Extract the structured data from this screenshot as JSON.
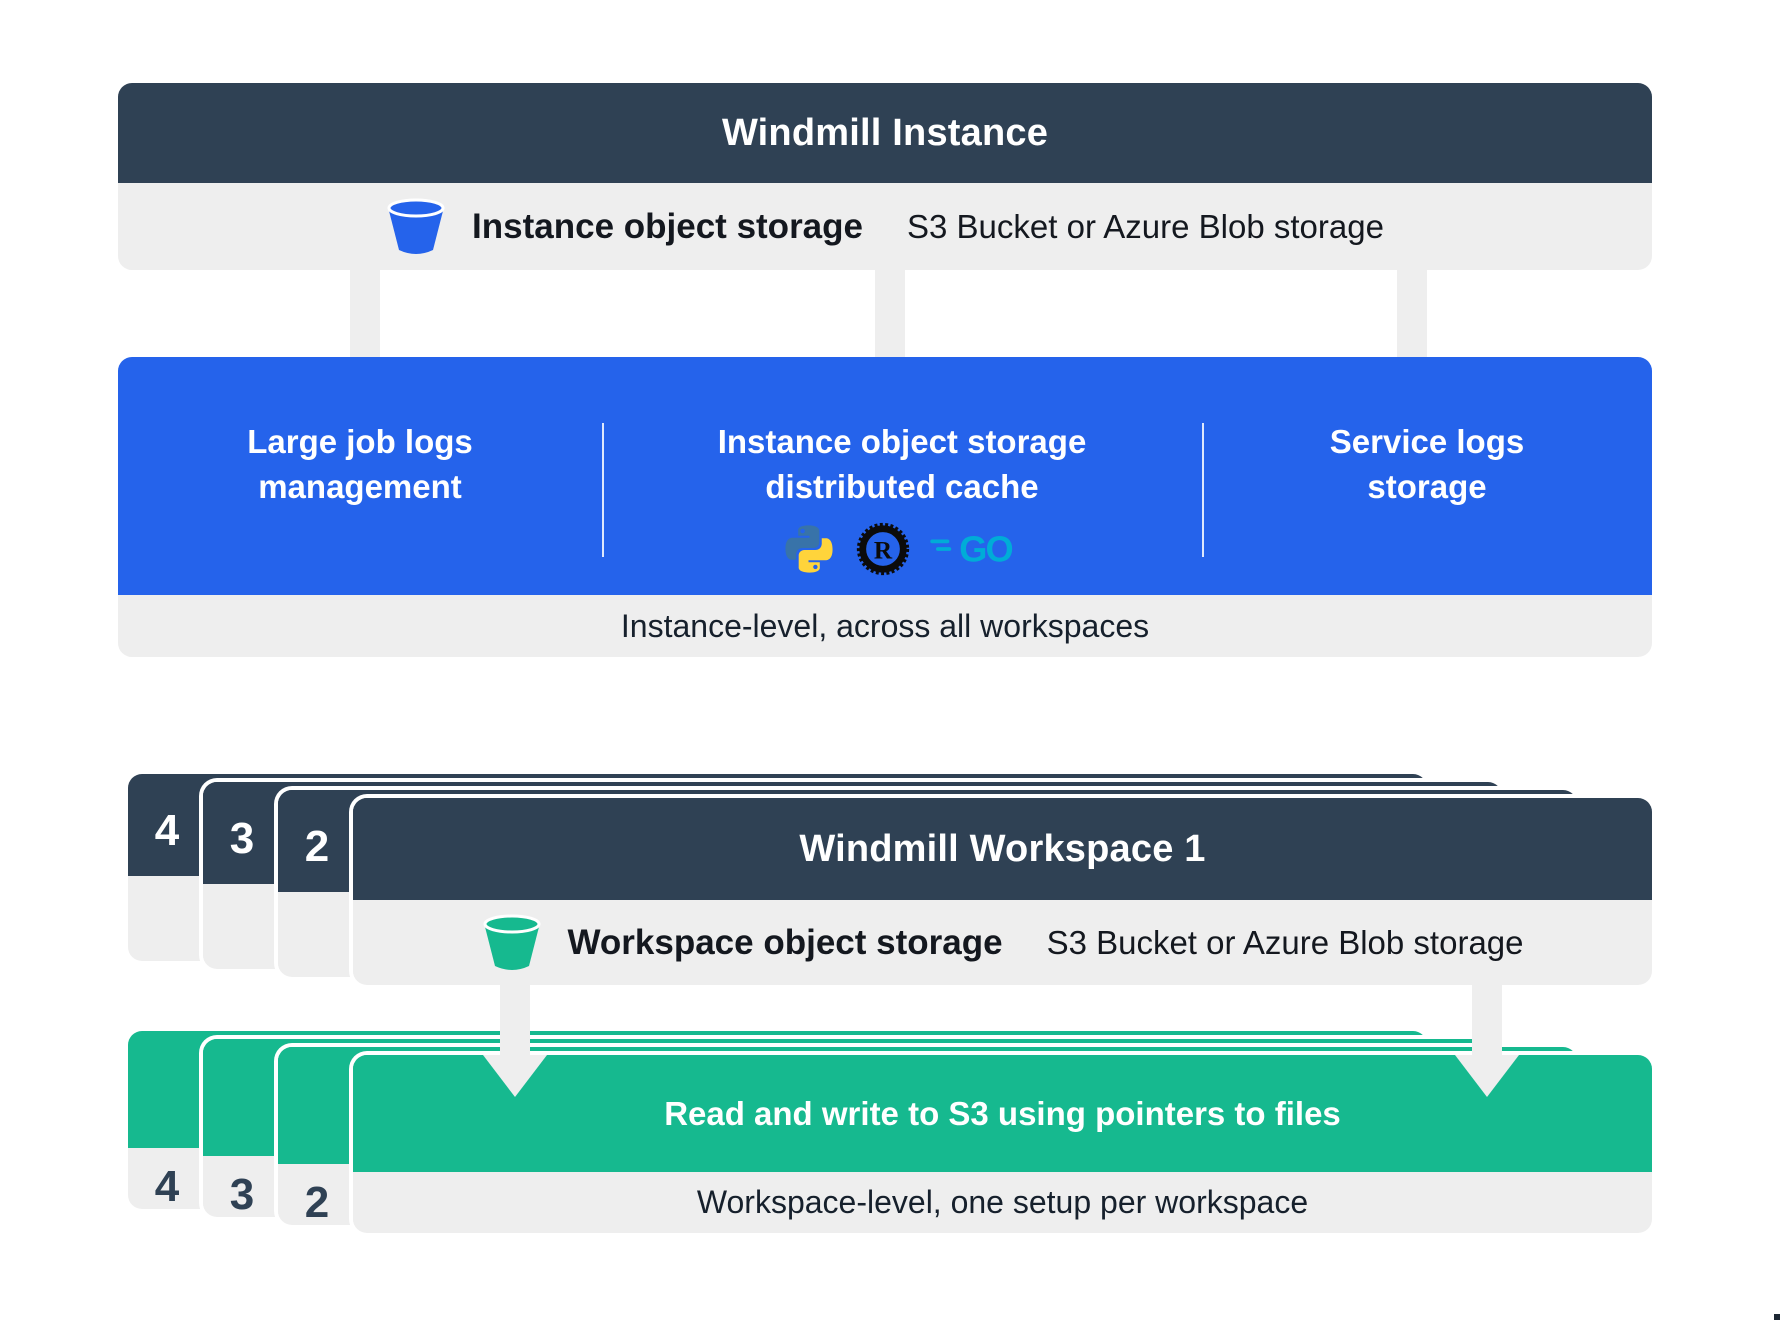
{
  "colors": {
    "slate": "#2f4154",
    "blue": "#2563eb",
    "green": "#16b98f",
    "gray": "#eeeeee",
    "ink": "#16202c",
    "python_blue": "#3873a9",
    "python_yellow": "#ffd43b",
    "rust_black": "#0b0b0b",
    "go_teal": "#00acd7"
  },
  "instance": {
    "title": "Windmill Instance",
    "storage": {
      "label": "Instance object storage",
      "detail": "S3 Bucket or Azure Blob storage"
    },
    "features": [
      {
        "line1": "Large job logs",
        "line2": "management"
      },
      {
        "line1": "Instance object storage",
        "line2": "distributed cache"
      },
      {
        "line1": "Service logs",
        "line2": "storage"
      }
    ],
    "rust_logo_text": "R",
    "go_logo_text": "GO",
    "scope_note": "Instance-level, across all workspaces"
  },
  "workspace": {
    "title": "Windmill Workspace 1",
    "stack_labels": [
      "4",
      "3",
      "2"
    ],
    "storage": {
      "label": "Workspace object storage",
      "detail": "S3 Bucket or Azure Blob storage"
    },
    "s3_flow": {
      "stack_labels": [
        "4",
        "3",
        "2"
      ],
      "action": "Read and write to S3 using pointers to files",
      "scope_note": "Workspace-level, one setup per workspace"
    }
  }
}
